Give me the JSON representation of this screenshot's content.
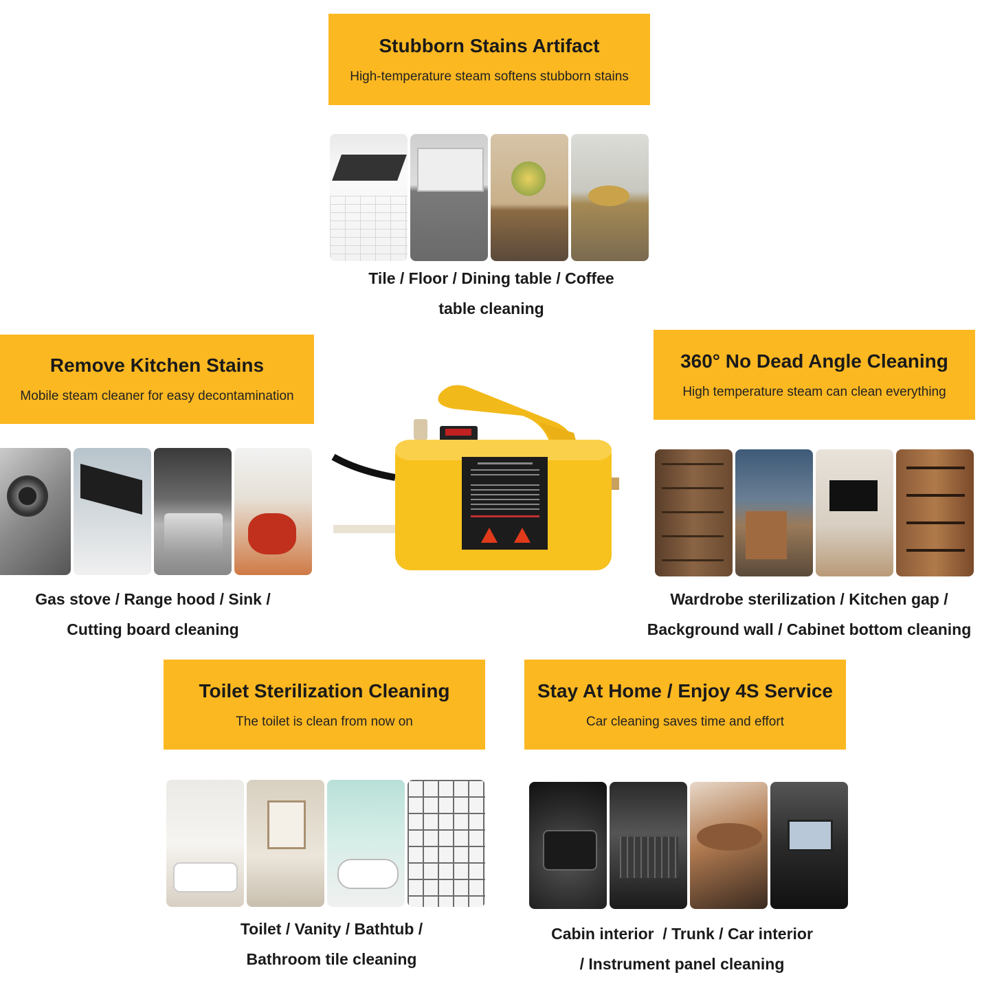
{
  "sections": {
    "top": {
      "title": "Stubborn Stains Artifact",
      "subtitle": "High-temperature steam softens stubborn stains",
      "caption_line1": "Tile / Floor / Dining table / Coffee",
      "caption_line2": "table cleaning"
    },
    "left": {
      "title": "Remove Kitchen Stains",
      "subtitle": "Mobile steam cleaner for easy decontamination",
      "caption_line1": "Gas stove / Range hood / Sink /",
      "caption_line2": "Cutting board cleaning"
    },
    "right": {
      "title": "360° No Dead Angle Cleaning",
      "subtitle": "High temperature steam can clean everything",
      "caption_line1": "Wardrobe sterilization / Kitchen gap /",
      "caption_line2": "Background wall / Cabinet bottom cleaning"
    },
    "bottom_left": {
      "title": "Toilet Sterilization Cleaning",
      "subtitle": "The toilet is clean from now on",
      "caption_line1": "Toilet / Vanity / Bathtub /",
      "caption_line2": "Bathroom tile cleaning"
    },
    "bottom_right": {
      "title": "Stay At Home / Enjoy 4S Service",
      "subtitle": "Car cleaning saves time and effort",
      "caption_line1": "Cabin interior  / Trunk / Car interior",
      "caption_line2": "/ Instrument panel cleaning"
    }
  },
  "colors": {
    "banner": "#fcb821",
    "device": "#f7c21e"
  }
}
